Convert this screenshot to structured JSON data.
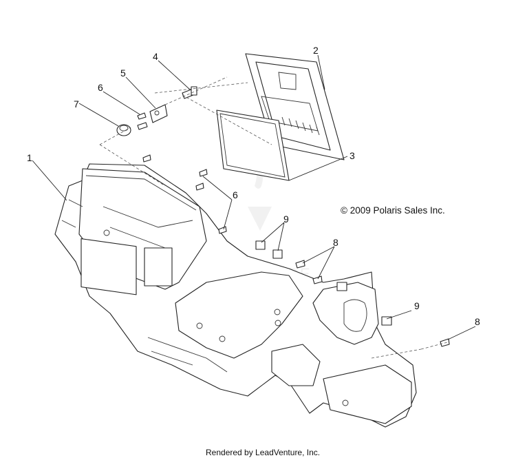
{
  "callouts": [
    {
      "id": "c1",
      "text": "1"
    },
    {
      "id": "c2",
      "text": "2"
    },
    {
      "id": "c3",
      "text": "3"
    },
    {
      "id": "c4",
      "text": "4"
    },
    {
      "id": "c5",
      "text": "5"
    },
    {
      "id": "c6a",
      "text": "6"
    },
    {
      "id": "c6b",
      "text": "6"
    },
    {
      "id": "c7",
      "text": "7"
    },
    {
      "id": "c8a",
      "text": "8"
    },
    {
      "id": "c8b",
      "text": "8"
    },
    {
      "id": "c9a",
      "text": "9"
    },
    {
      "id": "c9b",
      "text": "9"
    }
  ],
  "copyright": "© 2009 Polaris Sales Inc.",
  "watermark": "LEADVENTURE",
  "footer": "Rendered by LeadVenture, Inc."
}
